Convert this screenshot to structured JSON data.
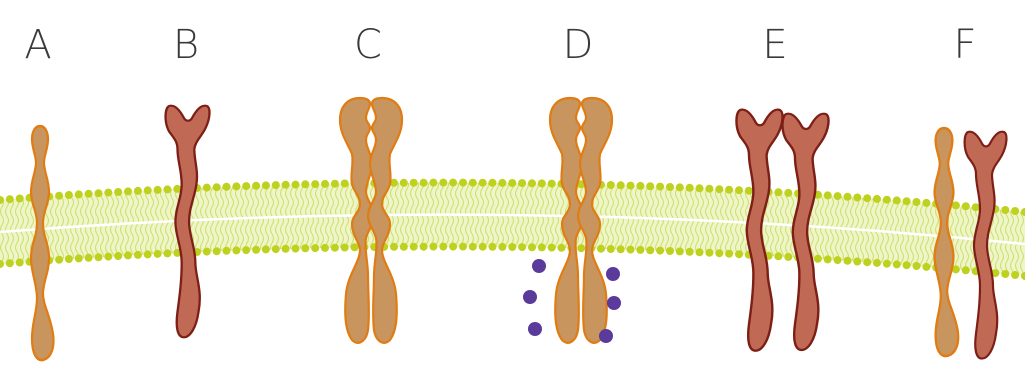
{
  "labels": [
    "A",
    "B",
    "C",
    "D",
    "E",
    "F"
  ],
  "colors": {
    "orange_fill": "#c9955e",
    "orange_stroke": "#e07c14",
    "red_fill": "#c06a55",
    "red_stroke": "#7d1f16",
    "lipid_head": "#bfd11f",
    "lipid_tail": "#cfe06e",
    "membrane_bg": "#e5efb3",
    "dot": "#5a3a9a"
  }
}
